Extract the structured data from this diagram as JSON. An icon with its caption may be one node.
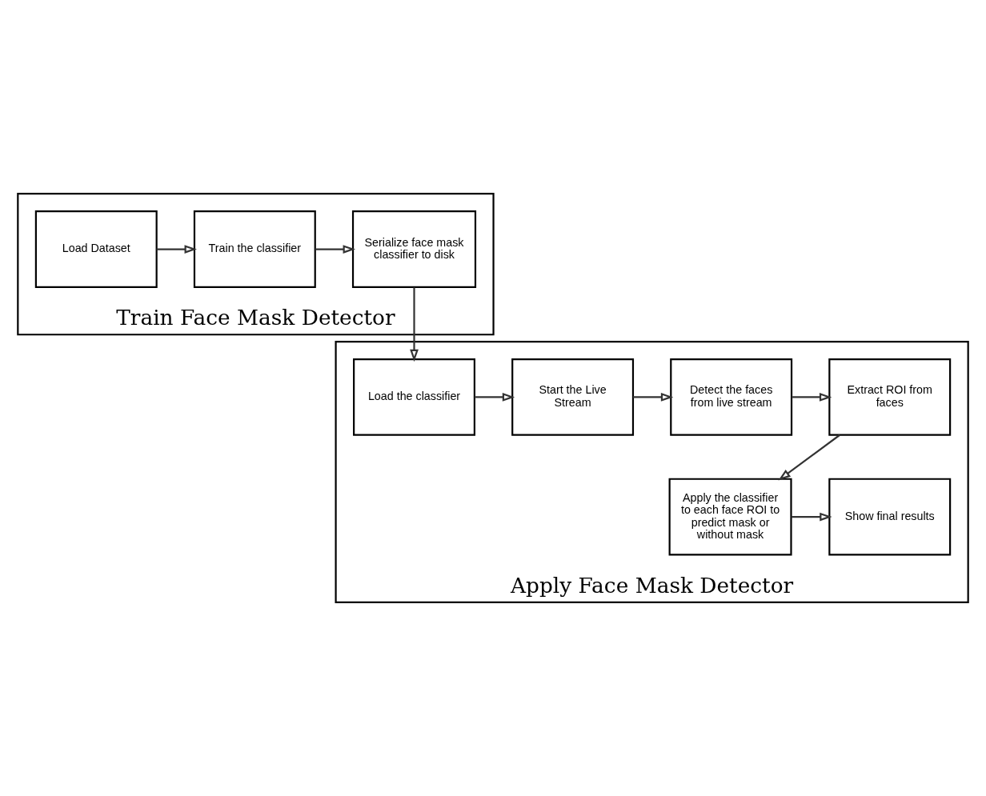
{
  "diagram": {
    "nodes": [
      {
        "text": [
          "Train Face Mask Detector"
        ]
      },
      {
        "text": [
          "Load Dataset"
        ],
        "in": 0
      },
      {
        "text": [
          "Train the classifier"
        ],
        "in": 0
      },
      {
        "text": [
          "Serialize face mask classifier to disk"
        ],
        "in": 0
      },
      {
        "text": [
          "Apply Face Mask Detector"
        ]
      },
      {
        "text": [
          "Load the classifier"
        ],
        "in": 4
      },
      {
        "text": [
          "Start the Live Stream"
        ],
        "in": 4
      },
      {
        "text": [
          "Detect the faces from live stream"
        ],
        "in": 4
      },
      {
        "text": [
          "Extract ROI from faces"
        ],
        "in": 4
      },
      {
        "text": [
          "Apply the classifier to each face ROI to predict mask or without mask"
        ],
        "in": 4
      },
      {
        "text": [
          "Show final results"
        ],
        "in": 4
      }
    ],
    "edges": [
      {
        "from": 1,
        "to": 2,
        "arrow": "to"
      },
      {
        "from": 2,
        "to": 3,
        "arrow": "to"
      },
      {
        "from": 3,
        "to": 5,
        "arrow": "to"
      },
      {
        "from": 5,
        "to": 6,
        "arrow": "to"
      },
      {
        "from": 6,
        "to": 7,
        "arrow": "to"
      },
      {
        "from": 7,
        "to": 8,
        "arrow": "to"
      },
      {
        "from": 8,
        "to": 9,
        "arrow": "to"
      },
      {
        "from": 9,
        "to": 10,
        "arrow": "to"
      }
    ]
  }
}
